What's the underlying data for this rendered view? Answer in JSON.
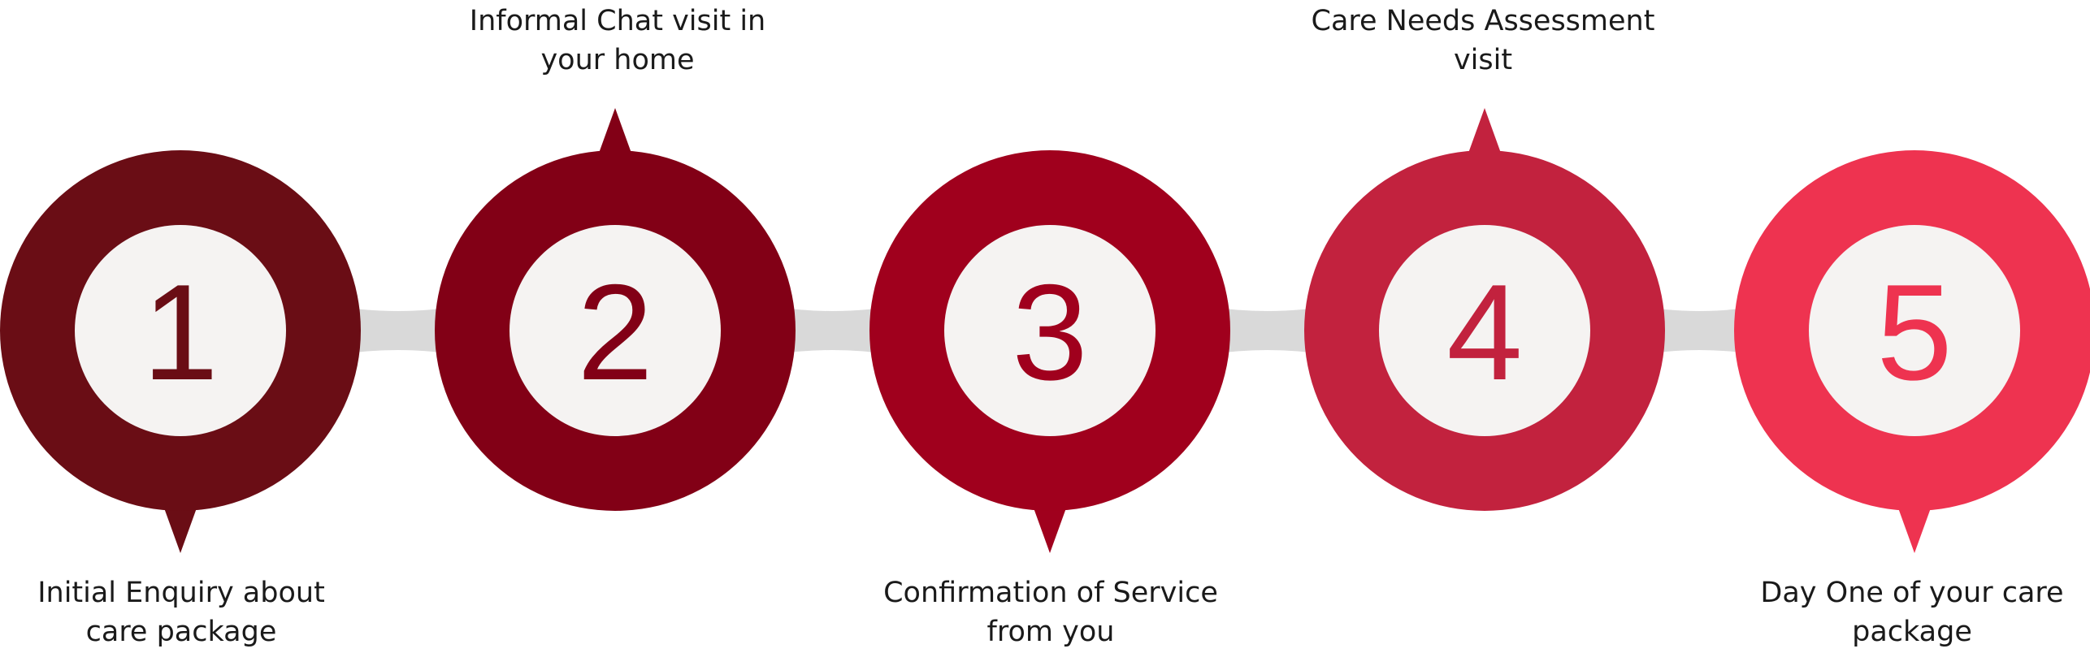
{
  "steps": [
    {
      "number": "1",
      "caption": [
        "Initial Enquiry about",
        "care package"
      ],
      "caption_position": "bottom",
      "color": "#6a0d15"
    },
    {
      "number": "2",
      "caption": [
        "Informal Chat visit in",
        "your home"
      ],
      "caption_position": "top",
      "color": "#820016"
    },
    {
      "number": "3",
      "caption": [
        "Confirmation of Service",
        "from you"
      ],
      "caption_position": "bottom",
      "color": "#a0001d"
    },
    {
      "number": "4",
      "caption": [
        "Care Needs Assessment",
        "visit"
      ],
      "caption_position": "top",
      "color": "#c2223e"
    },
    {
      "number": "5",
      "caption": [
        "Day One of your care",
        "package"
      ],
      "caption_position": "bottom",
      "color": "#ee3350"
    }
  ],
  "colors": {
    "inner_circle": "#f5f3f2",
    "connector": "#d9d9d9"
  }
}
